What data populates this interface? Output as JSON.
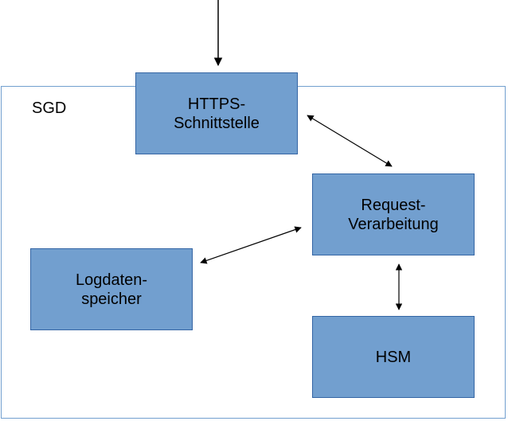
{
  "diagram": {
    "container": {
      "label": "SGD"
    },
    "nodes": {
      "https": {
        "line1": "HTTPS-",
        "line2": "Schnittstelle"
      },
      "request": {
        "line1": "Request-",
        "line2": "Verarbeitung"
      },
      "log": {
        "line1": "Logdaten-",
        "line2": "speicher"
      },
      "hsm": {
        "line1": "HSM"
      }
    },
    "edges": [
      {
        "from": "external",
        "to": "https",
        "direction": "one-way"
      },
      {
        "from": "https",
        "to": "request",
        "direction": "bidirectional"
      },
      {
        "from": "request",
        "to": "log",
        "direction": "bidirectional"
      },
      {
        "from": "request",
        "to": "hsm",
        "direction": "bidirectional"
      }
    ],
    "colors": {
      "box_fill": "#729fcf",
      "box_border": "#3465a4",
      "container_border": "#729fcf",
      "arrow": "#000000"
    }
  }
}
